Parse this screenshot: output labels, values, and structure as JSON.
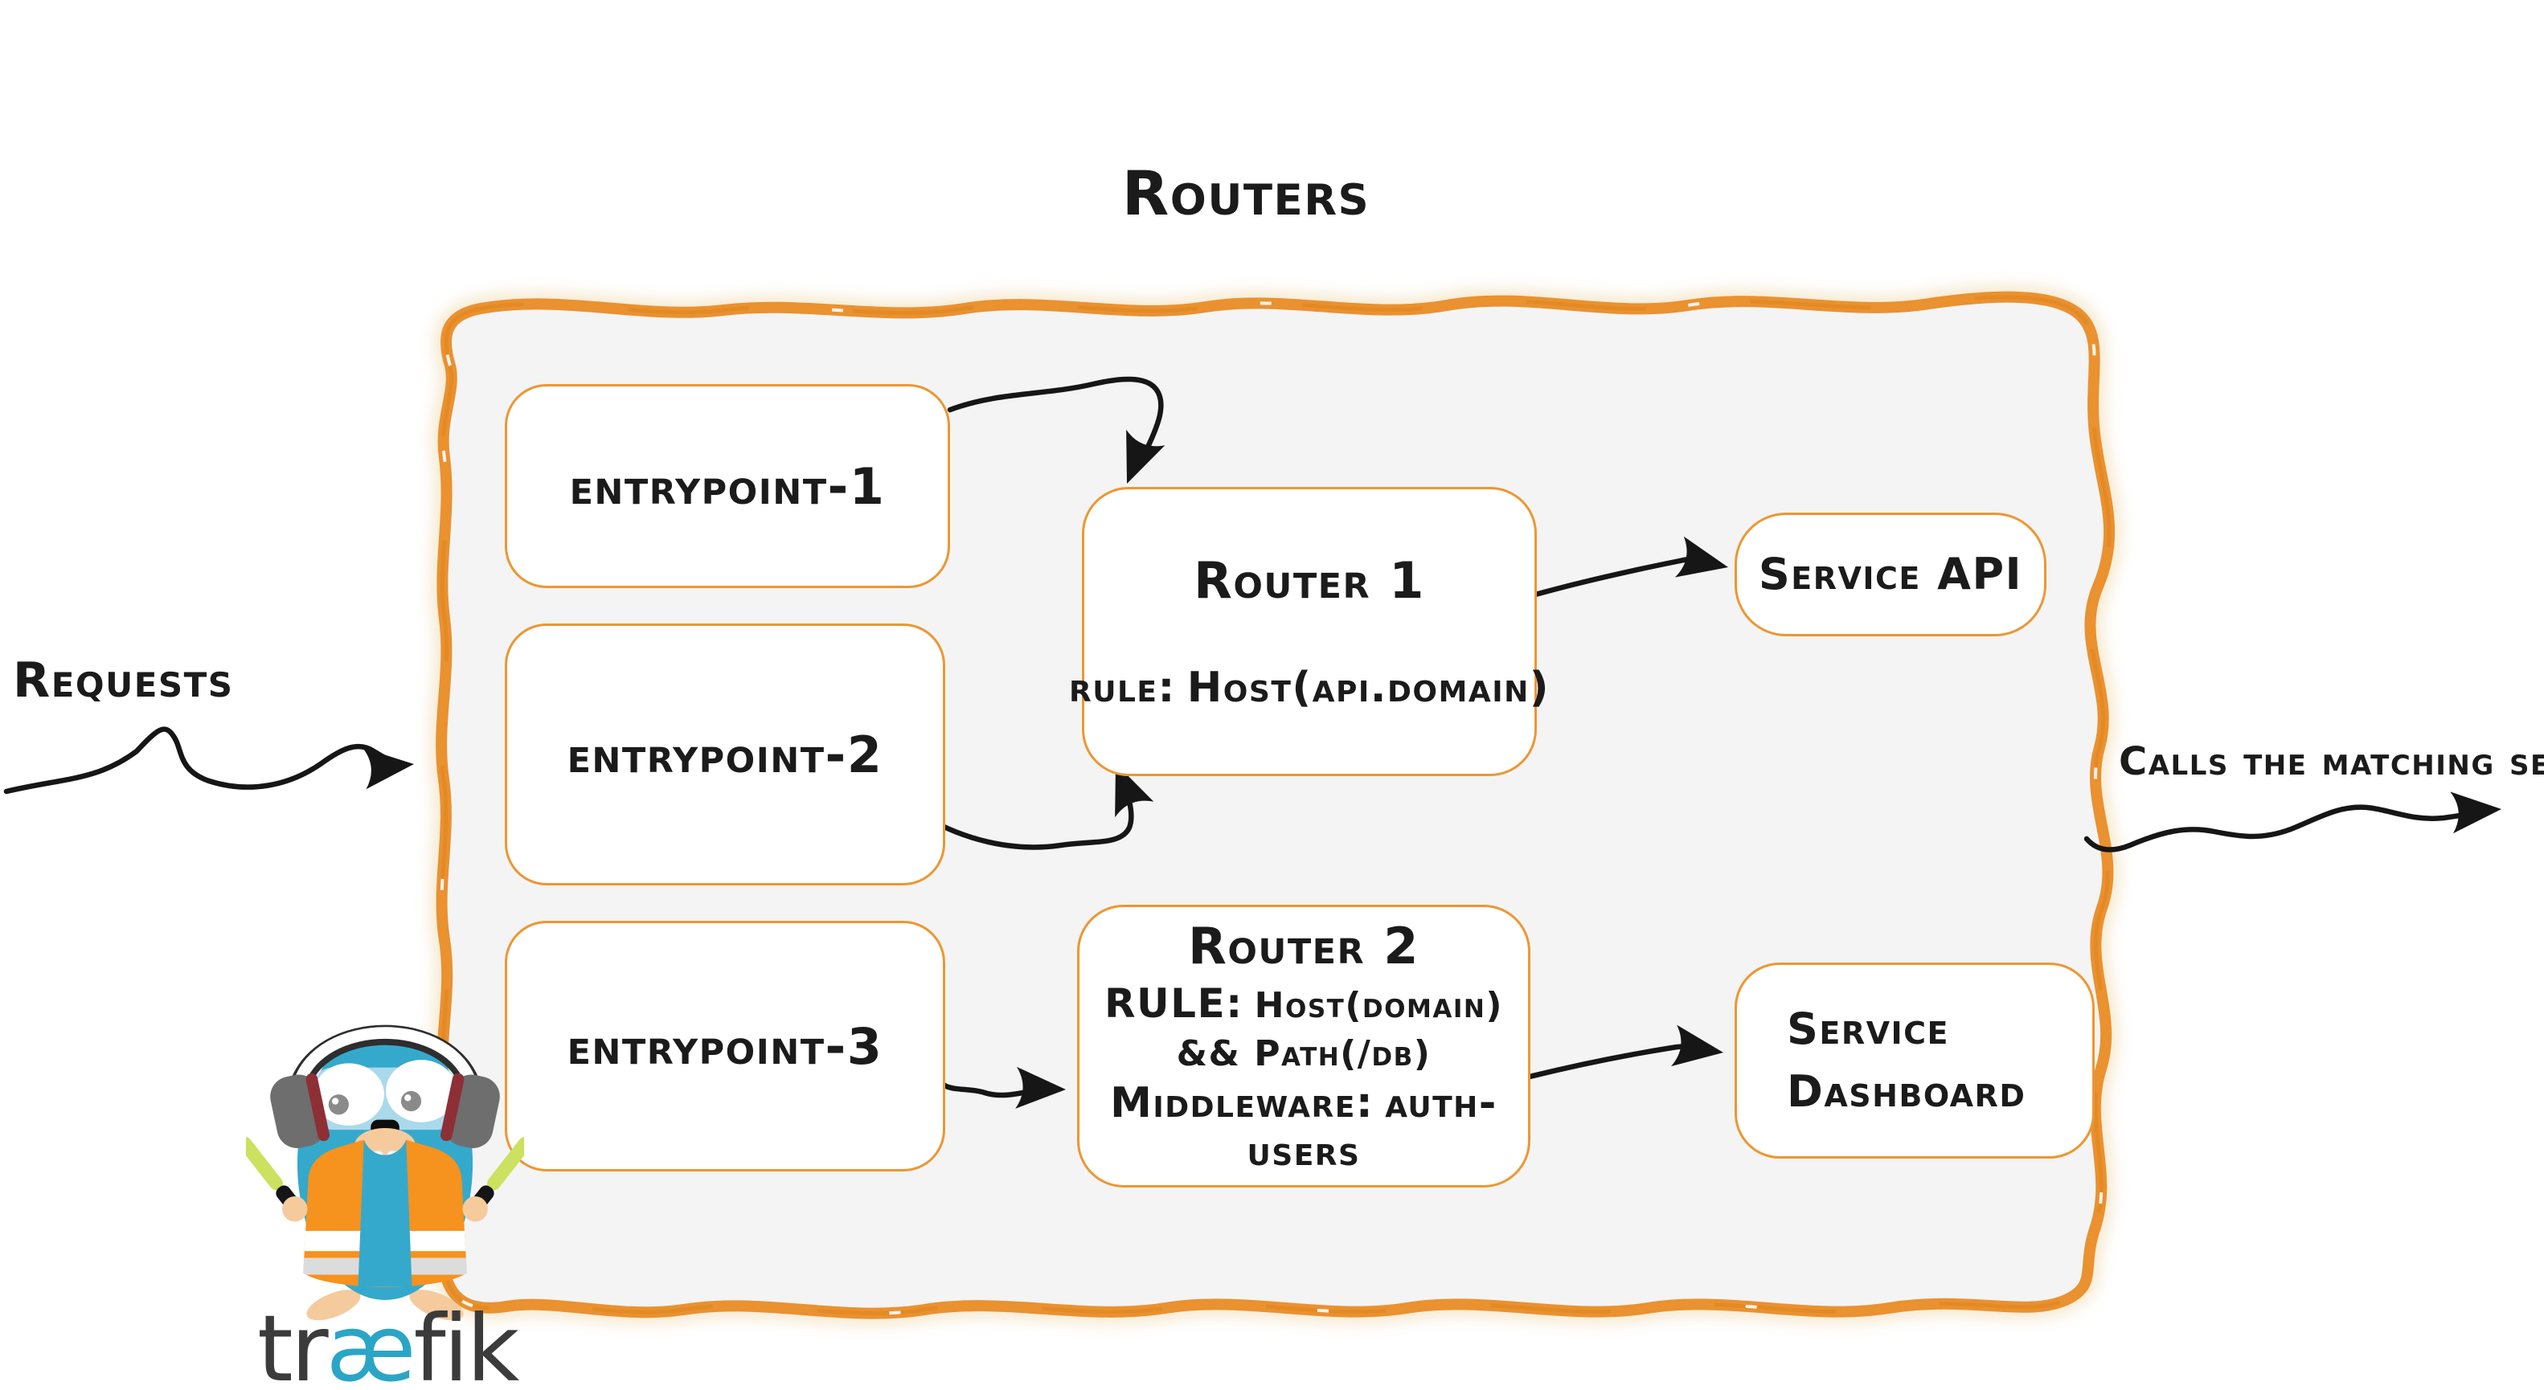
{
  "diagram": {
    "title": "Routers",
    "colors": {
      "accent_orange": "#ea9130",
      "container_fill": "#f4f4f4",
      "ink": "#1b1b1b",
      "logo_blue": "#2ba5c6"
    },
    "entrypoints": [
      {
        "label": "entrypoint-1"
      },
      {
        "label": "entrypoint-2"
      },
      {
        "label": "entrypoint-3"
      }
    ],
    "routers": [
      {
        "title": "Router 1",
        "rule_label": "rule:",
        "rule_value": "Host(api.domain)"
      },
      {
        "title": "Router 2",
        "rule_label": "RULE:",
        "rule_value": "Host(domain) && Path(/db)",
        "middleware_label": "Middleware:",
        "middleware_value": "auth-users"
      }
    ],
    "services": [
      {
        "label": "Service API"
      },
      {
        "label": "Service Dashboard"
      }
    ],
    "annotations": {
      "incoming_label": "Requests",
      "outgoing_label": "Calls the matching server"
    },
    "logo": {
      "wordmark_prefix": "tr",
      "wordmark_ligature": "æ",
      "wordmark_suffix": "fik"
    }
  }
}
